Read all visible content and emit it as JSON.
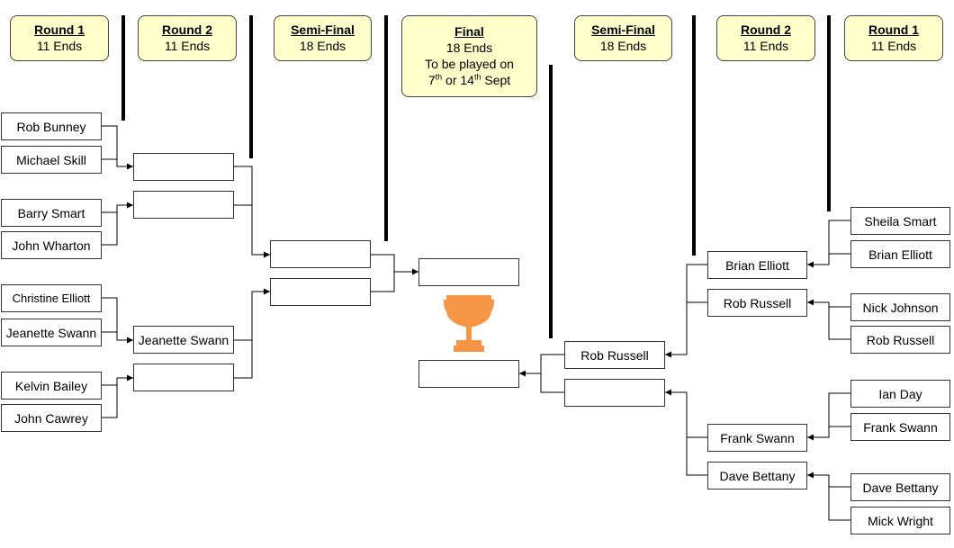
{
  "headers": {
    "left_round1": {
      "title": "Round 1",
      "sub": "11 Ends"
    },
    "left_round2": {
      "title": "Round 2",
      "sub": "11 Ends"
    },
    "left_semi": {
      "title": "Semi-Final",
      "sub": "18 Ends"
    },
    "final": {
      "title": "Final",
      "sub": "18 Ends",
      "line2": "To be played on",
      "date1": "7",
      "ord1": "th",
      "or": " or ",
      "date2": "14",
      "ord2": "th",
      "month": " Sept"
    },
    "right_semi": {
      "title": "Semi-Final",
      "sub": "18 Ends"
    },
    "right_round2": {
      "title": "Round 2",
      "sub": "11 Ends"
    },
    "right_round1": {
      "title": "Round 1",
      "sub": "11 Ends"
    }
  },
  "left": {
    "round1": [
      "Rob Bunney",
      "Michael Skill",
      "Barry Smart",
      "John Wharton",
      "Christine Elliott",
      "Jeanette Swann",
      "Kelvin Bailey",
      "John Cawrey"
    ],
    "round2": [
      "",
      "",
      "Jeanette Swann",
      ""
    ],
    "semi": [
      "",
      ""
    ]
  },
  "final": {
    "left": "",
    "right": "",
    "trophy_color": "#f79646"
  },
  "right": {
    "round1": [
      "Sheila Smart",
      "Brian Elliott",
      "Nick Johnson",
      "Rob Russell",
      "Ian Day",
      "Frank Swann",
      "Dave Bettany",
      "Mick Wright"
    ],
    "round2": [
      "Brian Elliott",
      "Rob Russell",
      "Frank Swann",
      "Dave Bettany"
    ],
    "semi": [
      "Rob Russell",
      ""
    ]
  }
}
